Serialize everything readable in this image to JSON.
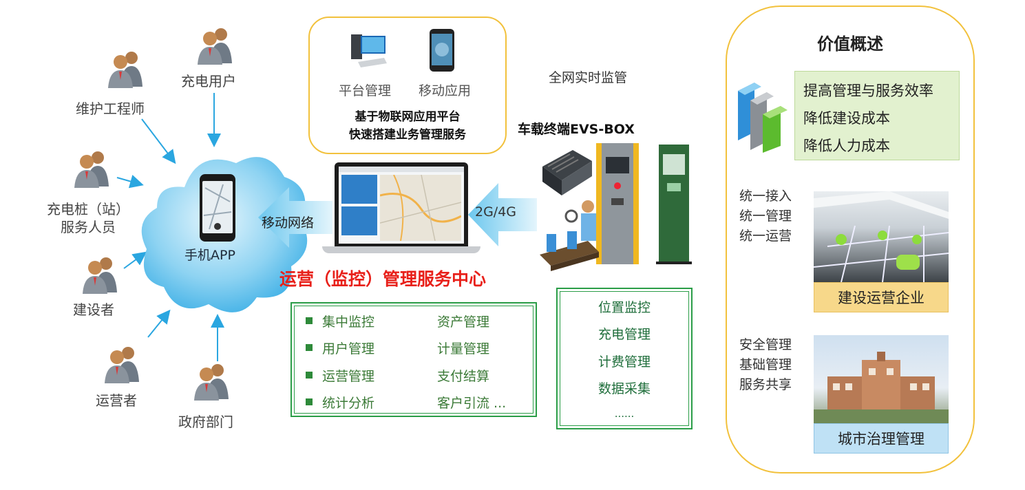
{
  "roles": {
    "maintenance_engineer": "维护工程师",
    "charging_user": "充电用户",
    "station_staff_line1": "充电桩（站）",
    "station_staff_line2": "服务人员",
    "builder": "建设者",
    "operator": "运营者",
    "government": "政府部门"
  },
  "mobile_app_label": "手机APP",
  "mobile_network_label": "移动网络",
  "platform": {
    "platform_mgmt_label": "平台管理",
    "mobile_app_label": "移动应用",
    "title_line1": "基于物联网应用平台",
    "title_line2": "快速搭建业务管理服务"
  },
  "network_monitor_label": "全网实时监管",
  "terminal_label": "车载终端EVS-BOX",
  "link_label": "2G/4G",
  "center_title": "运营（监控）管理服务中心",
  "center_features": {
    "left": [
      "集中监控",
      "用户管理",
      "运营管理",
      "统计分析"
    ],
    "right": [
      "资产管理",
      "计量管理",
      "支付结算",
      "客户引流 ..."
    ]
  },
  "terminal_features": [
    "位置监控",
    "充电管理",
    "计费管理",
    "数据采集",
    "......"
  ],
  "value": {
    "title": "价值概述",
    "benefits": [
      "提高管理与服务效率",
      "降低建设成本",
      "降低人力成本"
    ],
    "enterprise_text": [
      "统一接入",
      "统一管理",
      "统一运营"
    ],
    "enterprise_caption": "建设运营企业",
    "city_text": [
      "安全管理",
      "基础管理",
      "服务共享"
    ],
    "city_caption": "城市治理管理"
  },
  "colors": {
    "accent_green": "#2a9d47",
    "accent_red": "#e8201a",
    "panel_border": "#f2c13c",
    "arrow_blue": "#2aa6e0"
  }
}
